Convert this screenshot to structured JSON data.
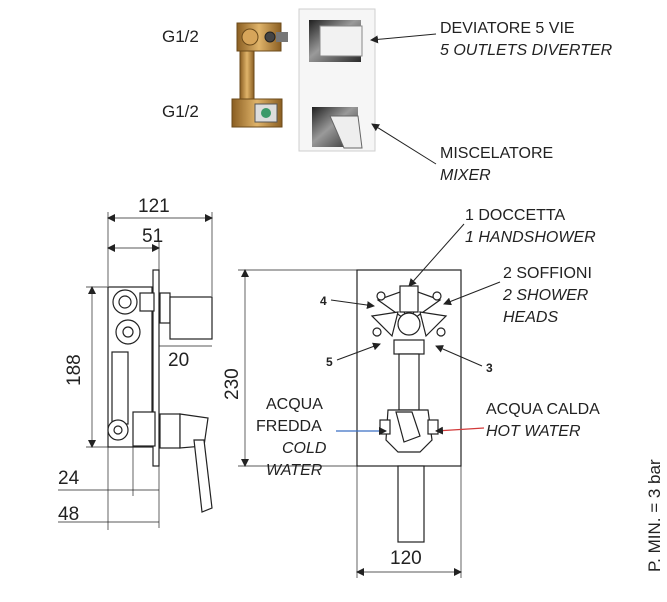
{
  "labels": {
    "g12_top": "G1/2",
    "g12_bottom": "G1/2",
    "deviatore_it": "DEVIATORE 5 VIE",
    "deviatore_en": "5 OUTLETS DIVERTER",
    "miscelatore_it": "MISCELATORE",
    "miscelatore_en": "MIXER",
    "doccetta_it": "1 DOCCETTA",
    "doccetta_en": "1 HANDSHOWER",
    "soffioni_it": "2 SOFFIONI",
    "soffioni_en_1": "2 SHOWER",
    "soffioni_en_2": "HEADS",
    "fredda_it_1": "ACQUA",
    "fredda_it_2": "FREDDA",
    "fredda_en_1": "COLD",
    "fredda_en_2": "WATER",
    "calda_it": "ACQUA CALDA",
    "calda_en": "HOT WATER",
    "pressure": "P. MIN. = 3 bar",
    "outlet_3": "3",
    "outlet_4": "4",
    "outlet_5": "5"
  },
  "dimensions": {
    "d121": "121",
    "d51": "51",
    "d188": "188",
    "d20": "20",
    "d230": "230",
    "d24": "24",
    "d48": "48",
    "d120": "120"
  },
  "colors": {
    "cold_arrow": "#3a6fc4",
    "hot_arrow": "#d23a3a",
    "brass": "#c9974a",
    "chrome": "#5a5a5a"
  }
}
